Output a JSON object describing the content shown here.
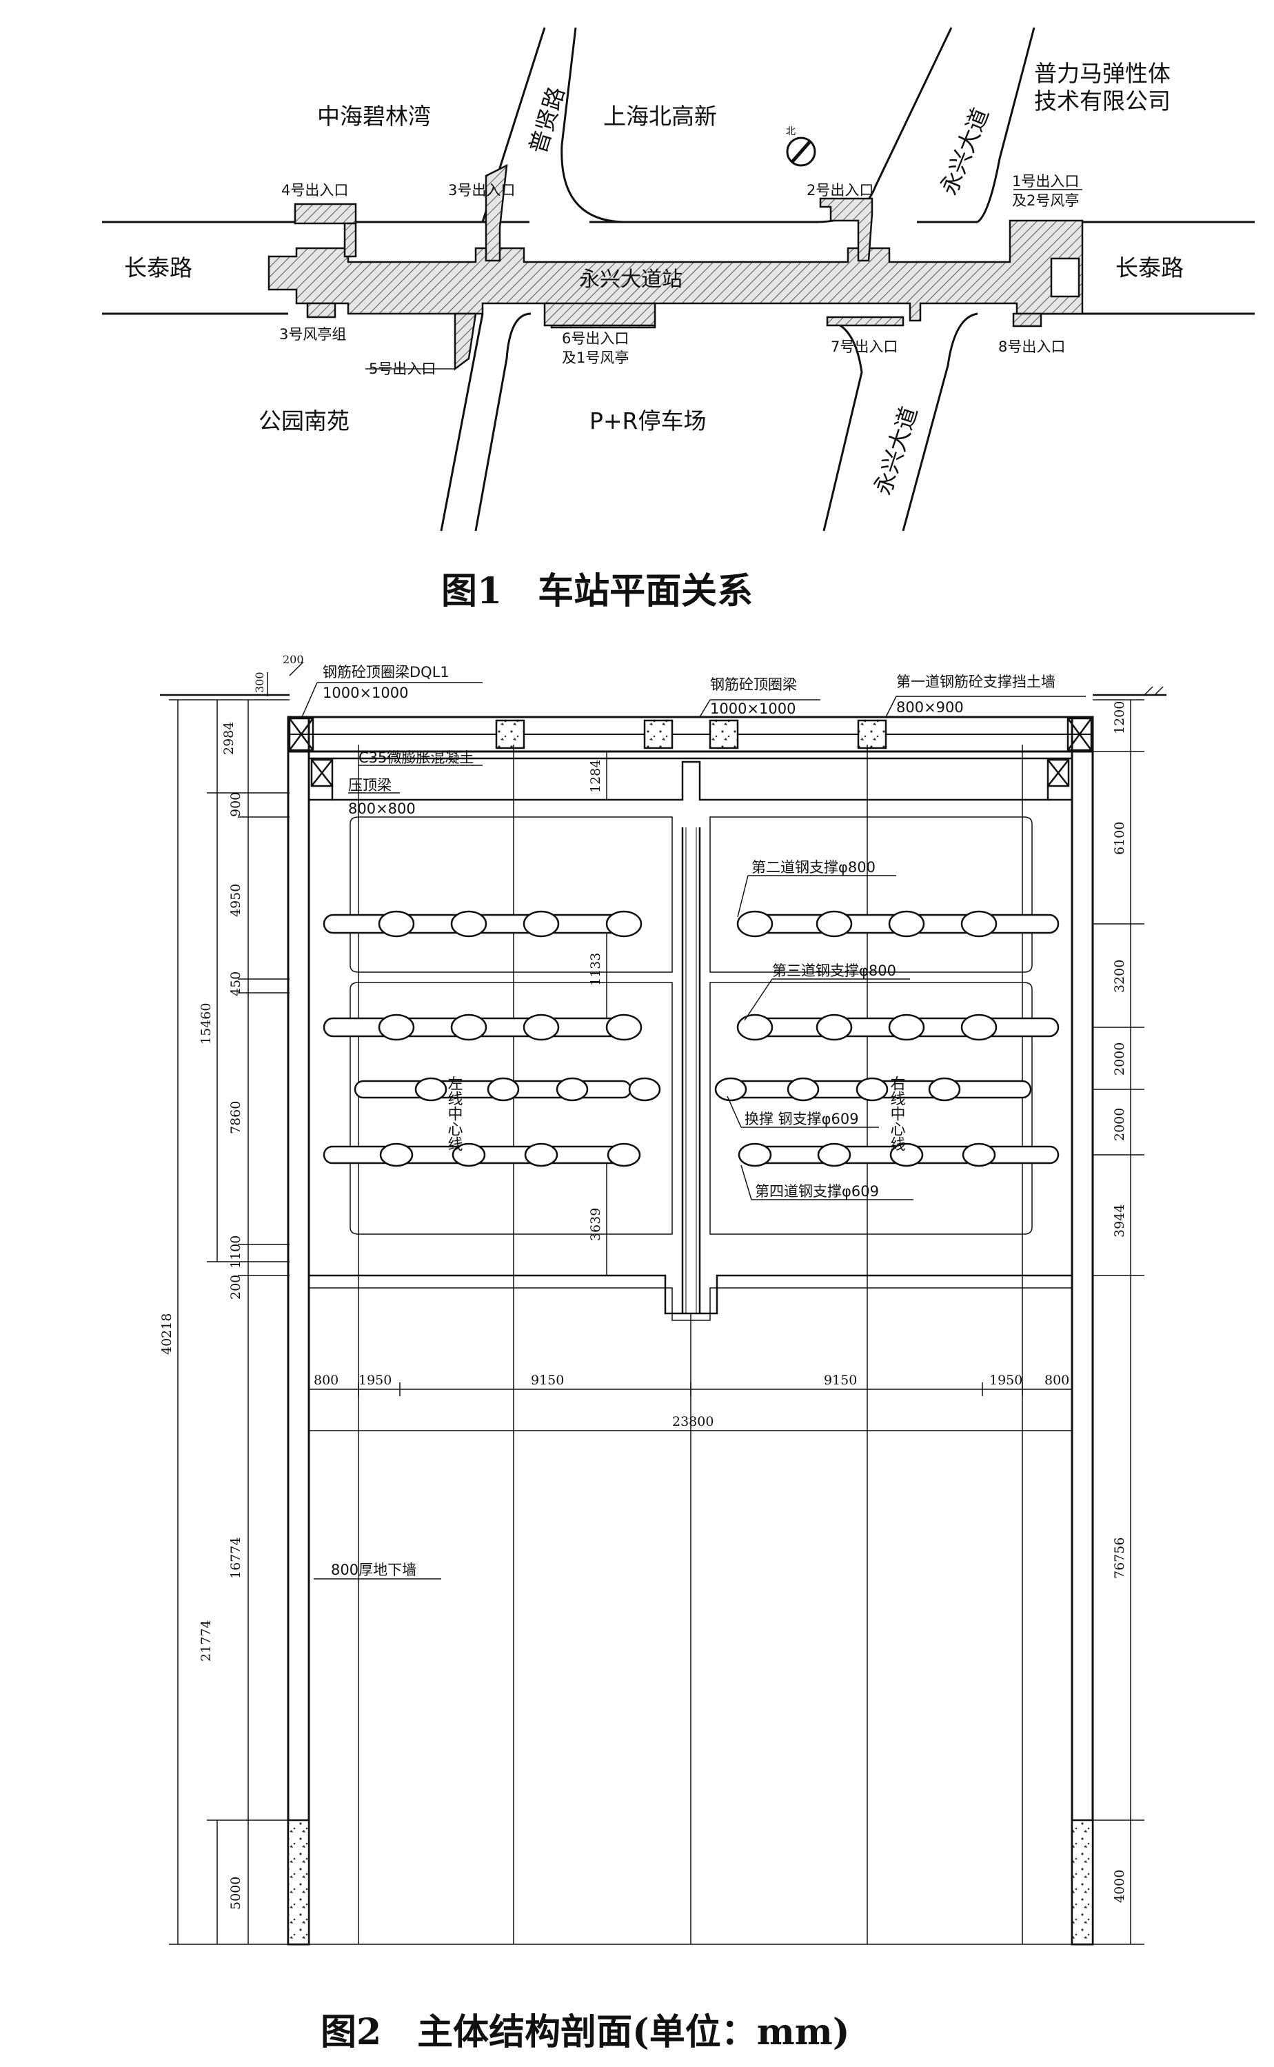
{
  "figure1": {
    "caption": "图1　车站平面关系",
    "areas": {
      "nw": "中海碧林湾",
      "n": "上海北高新",
      "ne_line1": "普力马弹性体",
      "ne_line2": "技术有限公司",
      "sw": "公园南苑",
      "s": "P+R停车场"
    },
    "roads": {
      "west": "长泰路",
      "east": "长泰路",
      "puxian": "普贤路",
      "yongxing_n": "永兴大道",
      "yongxing_s": "永兴大道"
    },
    "station": "永兴大道站",
    "north_mark": "北",
    "exits": {
      "e4": "4号出入口",
      "e3": "3号出入口",
      "e2": "2号出入口",
      "e1_line1": "1号出入口",
      "e1_line2": "及2号风亭",
      "f3": "3号风亭组",
      "e5": "5号出入口",
      "e6_line1": "6号出入口",
      "e6_line2": "及1号风亭",
      "e7": "7号出入口",
      "e8": "8号出入口"
    }
  },
  "figure2": {
    "caption": "图2　主体结构剖面(单位：mm)",
    "labels": {
      "top_ring_beam": "钢筋砼顶圈梁DQL1",
      "top_ring_beam_size": "1000×1000",
      "top_ring_beam_mid": "钢筋砼顶圈梁",
      "top_ring_beam_mid_size": "1000×1000",
      "first_support": "第一道钢筋砼支撑挡土墙",
      "first_support_size": "800×900",
      "concrete": "C35微膨胀混凝土",
      "crown_beam": "压顶梁",
      "crown_beam_size": "800×800",
      "second_support": "第二道钢支撑φ800",
      "third_support": "第三道钢支撑φ800",
      "change_support": "换撑 钢支撑φ609",
      "fourth_support": "第四道钢支撑φ609",
      "left_center": "左线中心线",
      "right_center": "右线中心线",
      "diaphragm_wall": "800厚地下墙"
    },
    "dims": {
      "d200_top": "200",
      "d300": "300",
      "d2984": "2984",
      "d900": "900",
      "d4950": "4950",
      "d450": "450",
      "d15460": "15460",
      "d7860": "7860",
      "d1100": "1100",
      "d200_mid": "200",
      "d40218": "40218",
      "d16774": "16774",
      "d21774": "21774",
      "d5000": "5000",
      "d1284": "1284",
      "d1133": "1133",
      "d3639": "3639",
      "d1200": "1200",
      "d6100": "6100",
      "d3200": "3200",
      "d2000a": "2000",
      "d2000b": "2000",
      "d3944": "3944",
      "d76756": "76756",
      "d4000": "4000",
      "h800l": "800",
      "h1950l": "1950",
      "h9150l": "9150",
      "h9150r": "9150",
      "h1950r": "1950",
      "h800r": "800",
      "h23800": "23800"
    }
  }
}
